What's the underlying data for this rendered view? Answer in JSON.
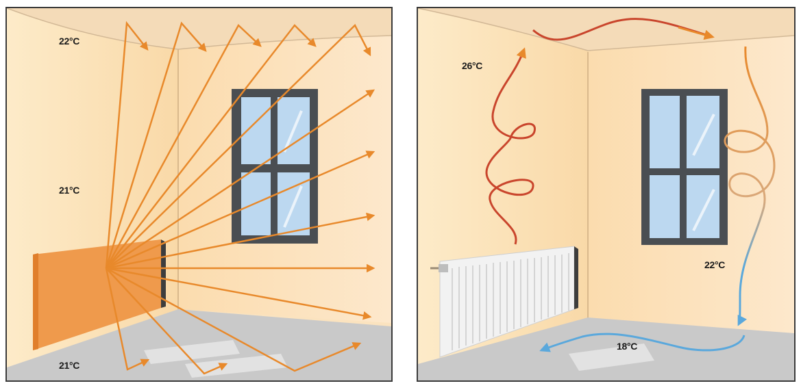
{
  "left_panel": {
    "title": "radiant-heating",
    "labels": {
      "ceiling_temp": "22°C",
      "mid_temp": "21°C",
      "floor_temp": "21°C"
    },
    "heater": "panel-heater",
    "arrow_color": "#e8892b",
    "heater_color": "#ef9a4c"
  },
  "right_panel": {
    "title": "convection-heating",
    "labels": {
      "hot_air_temp": "26°C",
      "window_temp": "22°C",
      "floor_temp": "18°C"
    },
    "heater": "radiator",
    "hot_color": "#c9452c",
    "warm_color": "#e8892b",
    "cold_color": "#5aa8dc"
  },
  "colors": {
    "wall": "#fbe3bf",
    "ceiling": "#f6dcb8",
    "floor": "#c8c8c8",
    "window_frame": "#4a4e52",
    "glass": "#bcd8f0",
    "border": "#3a3a3a"
  }
}
